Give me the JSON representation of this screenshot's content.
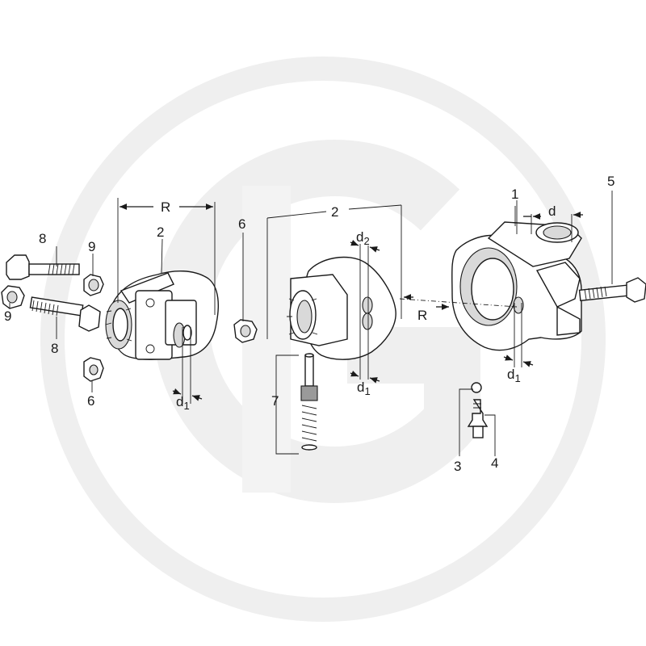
{
  "watermark": {
    "color": "#efefef"
  },
  "labels": {
    "part1": "1",
    "part2_left": "2",
    "part2_center": "2",
    "part3": "3",
    "part4": "4",
    "part5": "5",
    "part6_top": "6",
    "part6_bottom": "6",
    "part7": "7",
    "part8_top": "8",
    "part8_bottom": "8",
    "part9_top": "9",
    "part9_left": "9"
  },
  "dimensions": {
    "r_left": "R",
    "r_right": "R",
    "d_top": "d",
    "d2_main": "d",
    "d2_sub": "2",
    "d1_left_main": "d",
    "d1_left_sub": "1",
    "d1_center_main": "d",
    "d1_center_sub": "1",
    "d1_right_main": "d",
    "d1_right_sub": "1"
  }
}
